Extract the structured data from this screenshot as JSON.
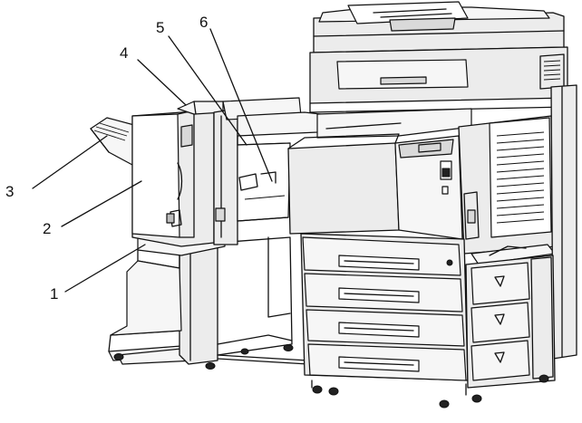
{
  "figure": {
    "callouts": [
      {
        "label": "1",
        "target": "finisher-support-stand"
      },
      {
        "label": "2",
        "target": "finisher-front-cover"
      },
      {
        "label": "3",
        "target": "output-tray"
      },
      {
        "label": "4",
        "target": "finisher-top-cover"
      },
      {
        "label": "5",
        "target": "bridge-unit-upper"
      },
      {
        "label": "6",
        "target": "bridge-unit-inner"
      }
    ]
  }
}
